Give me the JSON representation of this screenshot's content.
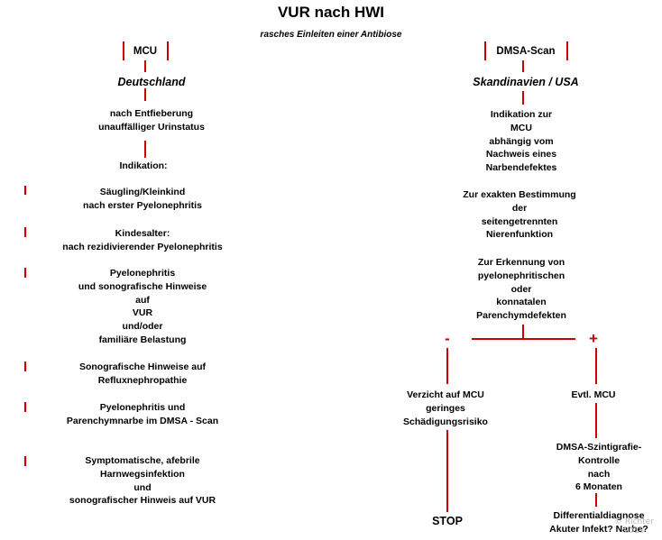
{
  "title": "VUR nach HWI",
  "subtitle": "rasches Einleiten einer Antibiose",
  "left": {
    "box_label": "MCU",
    "region": "Deutschland",
    "step1": "nach Entfieberung\nunauffälliger Urinstatus",
    "indication_header": "Indikation:",
    "indications": [
      "Säugling/Kleinkind\nnach erster Pyelonephritis",
      "Kindesalter:\nnach rezidivierender Pyelonephritis",
      "Pyelonephritis\nund sonografische Hinweise\nauf\nVUR\nund/oder\nfamiliäre Belastung",
      "Sonografische Hinweise auf\nRefluxnephropathie",
      "Pyelonephritis und\nParenchymnarbe im DMSA - Scan",
      "Symptomatische, afebrile\nHarnwegsinfektion\nund\nsonografischer Hinweis auf VUR"
    ]
  },
  "right": {
    "box_label": "DMSA-Scan",
    "region": "Skandinavien / USA",
    "block1": "Indikation zur\nMCU\nabhängig vom\nNachweis eines\nNarbendefektes",
    "block2": "Zur exakten Bestimmung\nder\nseitengetrennten\nNierenfunktion",
    "block3": "Zur Erkennung von\npyelonephritischen\noder\nkonnatalen\nParenchymdefekten",
    "minus_sign": "-",
    "plus_sign": "+",
    "negative_branch": "Verzicht auf MCU\ngeringes\nSchädigungsrisiko",
    "stop": "STOP",
    "positive_branch": "Evtl. MCU",
    "followup": "DMSA-Szintigrafie-\nKontrolle\nnach\n6 Monaten",
    "differential": "Differentialdiagnose\nAkuter Infekt? Narbe?"
  },
  "watermark": "© Richter\n2013",
  "colors": {
    "accent": "#cc0000",
    "text": "#000000",
    "background": "#ffffff"
  }
}
